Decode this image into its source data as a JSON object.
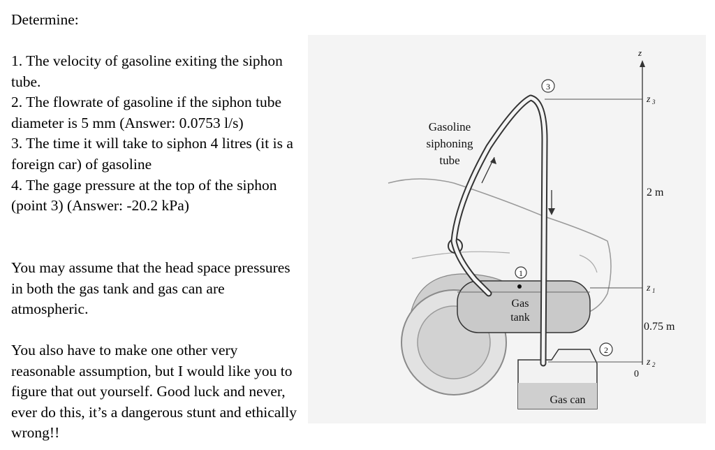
{
  "document": {
    "heading": "Determine:",
    "questions": [
      "1.  The velocity of gasoline exiting the siphon tube.",
      "2.  The flowrate of gasoline if the siphon tube diameter is 5 mm (Answer: 0.0753 l/s)",
      "3.  The time it will take to siphon 4 litres (it is a foreign car) of gasoline",
      "4.  The gage pressure at the top of the siphon (point 3) (Answer: -20.2 kPa)"
    ],
    "assumption_1": "You may assume that the head space pressures in both the gas tank and gas can are atmospheric.",
    "assumption_2": "You also have to make one other very reasonable assumption, but I would like you to figure that out yourself.  Good luck and never, ever do this, it’s a dangerous stunt and ethically wrong!!"
  },
  "figure": {
    "tube_label_lines": [
      "Gasoline",
      "siphoning",
      "tube"
    ],
    "gas_tank_label_lines": [
      "Gas",
      "tank"
    ],
    "gas_can_label": "Gas can",
    "point_1": "1",
    "point_2": "2",
    "point_3": "3",
    "axis_label": "z",
    "z3_label": "z",
    "z3_sub": "3",
    "z1_label": "z",
    "z1_sub": "1",
    "z2_label": "z",
    "z2_sub": "2",
    "dim_top": "2 m",
    "dim_bottom": "0.75 m",
    "origin_label": "0"
  }
}
